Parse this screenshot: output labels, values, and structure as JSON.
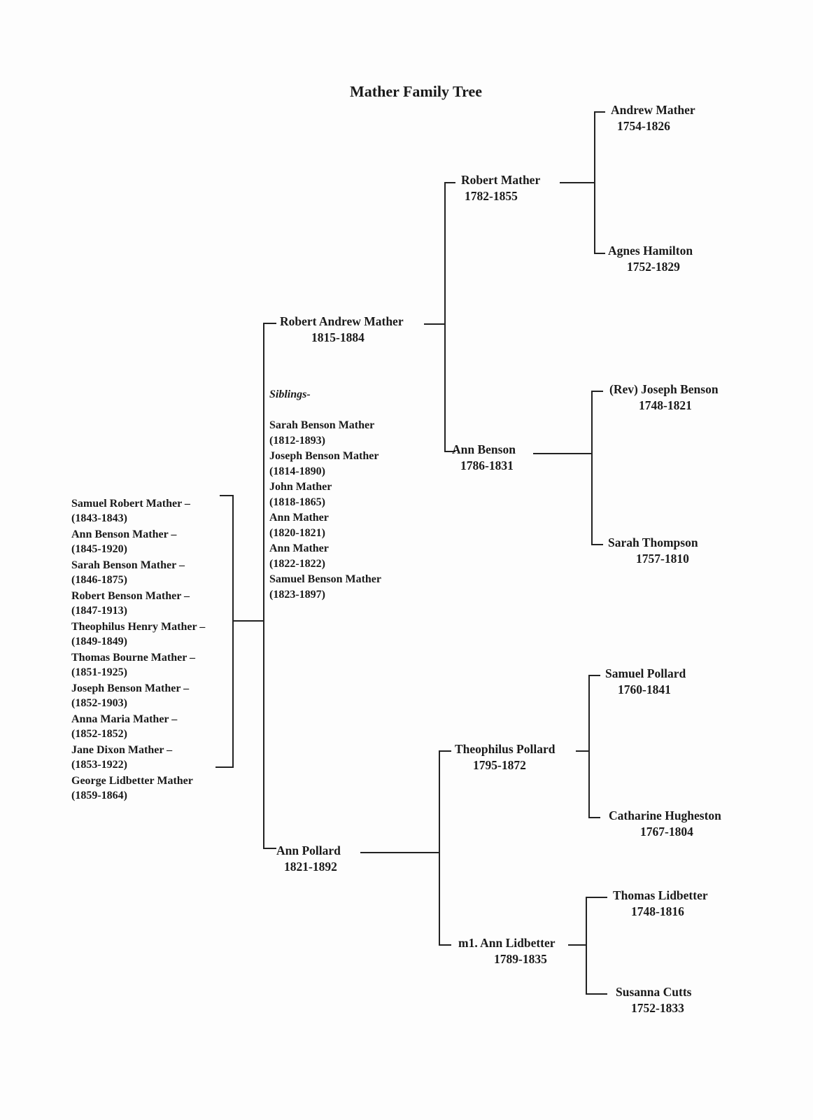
{
  "title": "Mather Family Tree",
  "people": {
    "andrew_mather": {
      "name": "Andrew Mather",
      "dates": "1754-1826"
    },
    "agnes_hamilton": {
      "name": "Agnes Hamilton",
      "dates": "1752-1829"
    },
    "robert_mather": {
      "name": "Robert Mather",
      "dates": "1782-1855"
    },
    "robert_andrew_mather": {
      "name": "Robert Andrew Mather",
      "dates": "1815-1884"
    },
    "joseph_benson": {
      "name": "(Rev) Joseph Benson",
      "dates": "1748-1821"
    },
    "ann_benson": {
      "name": "Ann Benson",
      "dates": "1786-1831"
    },
    "sarah_thompson": {
      "name": "Sarah Thompson",
      "dates": "1757-1810"
    },
    "samuel_pollard": {
      "name": "Samuel Pollard",
      "dates": "1760-1841"
    },
    "theophilus_pollard": {
      "name": "Theophilus Pollard",
      "dates": "1795-1872"
    },
    "catharine_hugheston": {
      "name": "Catharine Hugheston",
      "dates": "1767-1804"
    },
    "ann_pollard": {
      "name": "Ann Pollard",
      "dates": "1821-1892"
    },
    "thomas_lidbetter": {
      "name": "Thomas Lidbetter",
      "dates": "1748-1816"
    },
    "ann_lidbetter": {
      "name": "m1. Ann Lidbetter",
      "dates": "1789-1835"
    },
    "susanna_cutts": {
      "name": "Susanna Cutts",
      "dates": "1752-1833"
    }
  },
  "siblings": {
    "heading": "Siblings-",
    "items": [
      {
        "name": "Sarah Benson Mather",
        "dates": "(1812-1893)"
      },
      {
        "name": "Joseph Benson Mather",
        "dates": "(1814-1890)"
      },
      {
        "name": "John Mather",
        "dates": "(1818-1865)"
      },
      {
        "name": "Ann Mather",
        "dates": "(1820-1821)"
      },
      {
        "name": "Ann Mather",
        "dates": "(1822-1822)"
      },
      {
        "name": "Samuel Benson Mather",
        "dates": "(1823-1897)"
      }
    ]
  },
  "children": [
    {
      "name": "Samuel Robert Mather –",
      "dates": "(1843-1843)"
    },
    {
      "name": "Ann Benson Mather –",
      "dates": "(1845-1920)"
    },
    {
      "name": "Sarah Benson Mather –",
      "dates": "(1846-1875)"
    },
    {
      "name": "Robert Benson Mather –",
      "dates": "(1847-1913)"
    },
    {
      "name": "Theophilus Henry Mather –",
      "dates": "(1849-1849)"
    },
    {
      "name": "Thomas Bourne Mather –",
      "dates": "(1851-1925)"
    },
    {
      "name": "Joseph Benson Mather –",
      "dates": "(1852-1903)"
    },
    {
      "name": "Anna Maria Mather –",
      "dates": "(1852-1852)"
    },
    {
      "name": "Jane Dixon Mather –",
      "dates": "(1853-1922)"
    },
    {
      "name": "George Lidbetter Mather",
      "dates": "(1859-1864)"
    }
  ]
}
